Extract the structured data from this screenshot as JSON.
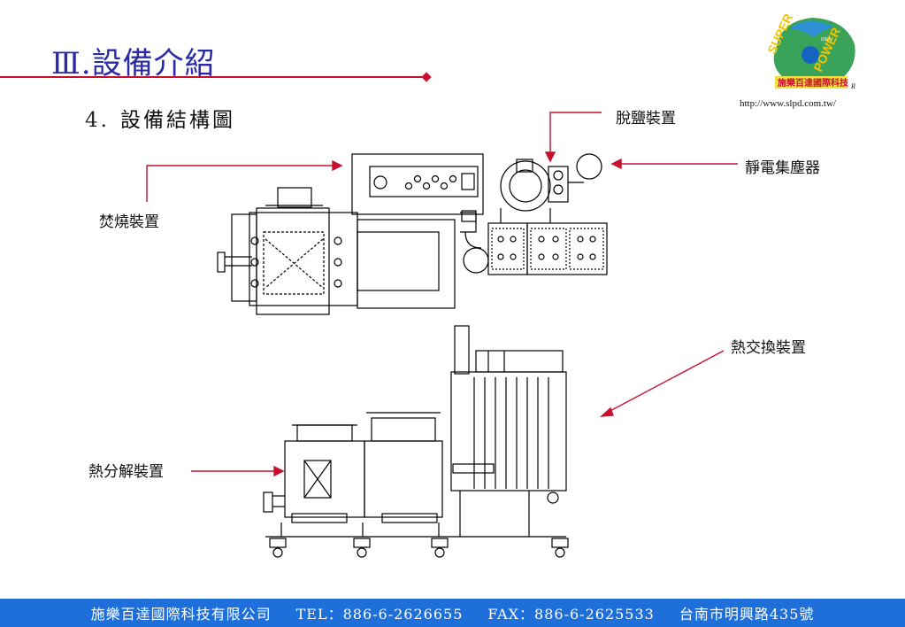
{
  "slide": {
    "title": "Ⅲ.設備介紹",
    "subtitle_num": "4.",
    "subtitle_text": "設備結構圖",
    "url": "http://www.slpd.com.tw/"
  },
  "logo": {
    "text_left": "SUPER",
    "text_right": "POWER",
    "company_cn": "施樂百達國際科技",
    "mark": "R",
    "badge": "IDEA"
  },
  "labels": {
    "desalination": "脫鹽裝置",
    "electrostatic": "靜電集塵器",
    "incinerator": "焚燒裝置",
    "heat_exchanger": "熱交換裝置",
    "pyrolysis": "熱分解裝置"
  },
  "footer": {
    "company": "施樂百達國際科技有限公司",
    "tel": "TEL：886-6-2626655",
    "fax": "FAX：886-6-2625533",
    "address": "台南市明興路435號"
  },
  "colors": {
    "title": "#2a2aa8",
    "accent_red": "#c8102e",
    "footer_bg": "#1e6fd9"
  }
}
